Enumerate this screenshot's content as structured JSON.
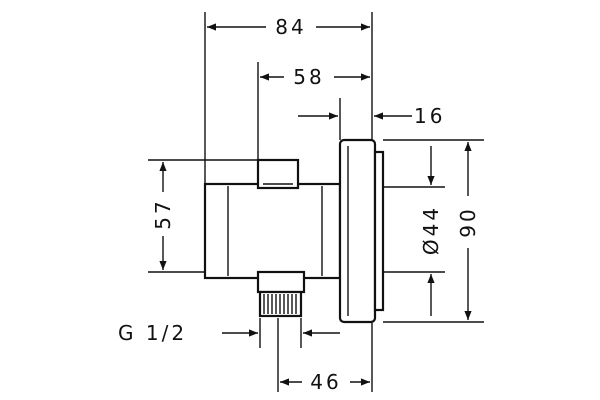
{
  "drawing": {
    "dimensions": {
      "overall_width": "84",
      "body_width": "58",
      "flange_depth": "16",
      "body_height": "57",
      "flange_height": "90",
      "flange_diameter": "Ø44",
      "outlet_offset": "46",
      "thread": "G 1/2"
    },
    "colors": {
      "line": "#111111",
      "background": "#ffffff"
    }
  }
}
